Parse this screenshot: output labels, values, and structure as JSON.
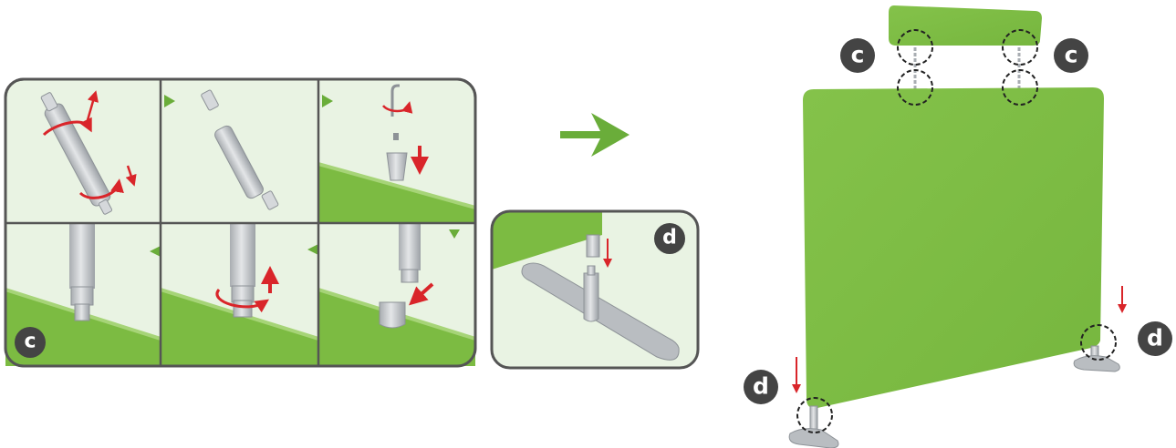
{
  "colors": {
    "green": "#7cbb42",
    "green_dark": "#5e9e2a",
    "panel_bg": "#e9f3e3",
    "frame": "#555555",
    "badge": "#444444",
    "arrow_red": "#d9252a",
    "arrow_green": "#6aad3a",
    "metal": "#c9cccf",
    "metal_dark": "#9ea3a8"
  },
  "icons": {
    "next_step": "green-right-arrow-icon",
    "motion": "red-arrow-icon",
    "rotate": "red-rotate-arrow-icon",
    "detail": "dashed-circle-icon"
  },
  "badges": {
    "c_grid": "c",
    "d_inset": "d",
    "c_left": "c",
    "c_right": "c",
    "d_right": "d",
    "d_left": "d"
  }
}
